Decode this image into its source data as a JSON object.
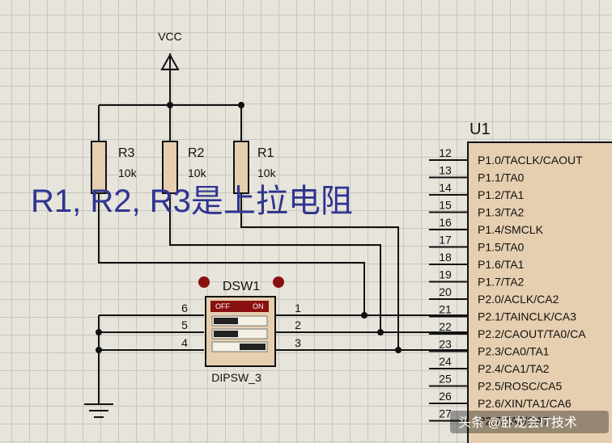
{
  "vcc": {
    "label": "VCC"
  },
  "resistors": [
    {
      "ref": "R3",
      "value": "10k"
    },
    {
      "ref": "R2",
      "value": "10k"
    },
    {
      "ref": "R1",
      "value": "10k"
    }
  ],
  "annotation": "R1, R2, R3是上拉电阻",
  "dipswitch": {
    "ref": "DSW1",
    "part": "DIPSW_3",
    "off_label": "OFF",
    "on_label": "ON",
    "left_pins": [
      "6",
      "5",
      "4"
    ],
    "right_pins": [
      "1",
      "2",
      "3"
    ]
  },
  "mcu": {
    "ref": "U1",
    "pins": [
      {
        "num": "12",
        "name": "P1.0/TACLK/CAOUT"
      },
      {
        "num": "13",
        "name": "P1.1/TA0"
      },
      {
        "num": "14",
        "name": "P1.2/TA1"
      },
      {
        "num": "15",
        "name": "P1.3/TA2"
      },
      {
        "num": "16",
        "name": "P1.4/SMCLK"
      },
      {
        "num": "17",
        "name": "P1.5/TA0"
      },
      {
        "num": "18",
        "name": "P1.6/TA1"
      },
      {
        "num": "19",
        "name": "P1.7/TA2"
      },
      {
        "num": "20",
        "name": "P2.0/ACLK/CA2"
      },
      {
        "num": "21",
        "name": "P2.1/TAINCLK/CA3"
      },
      {
        "num": "22",
        "name": "P2.2/CAOUT/TA0/CA"
      },
      {
        "num": "23",
        "name": "P2.3/CA0/TA1"
      },
      {
        "num": "24",
        "name": "P2.4/CA1/TA2"
      },
      {
        "num": "25",
        "name": "P2.5/ROSC/CA5"
      },
      {
        "num": "26",
        "name": "P2.6/XIN/TA1/CA6"
      },
      {
        "num": "27",
        "name": "P2.7/TA0/CA7"
      }
    ]
  },
  "watermark": "头条 @卧龙会IT技术"
}
